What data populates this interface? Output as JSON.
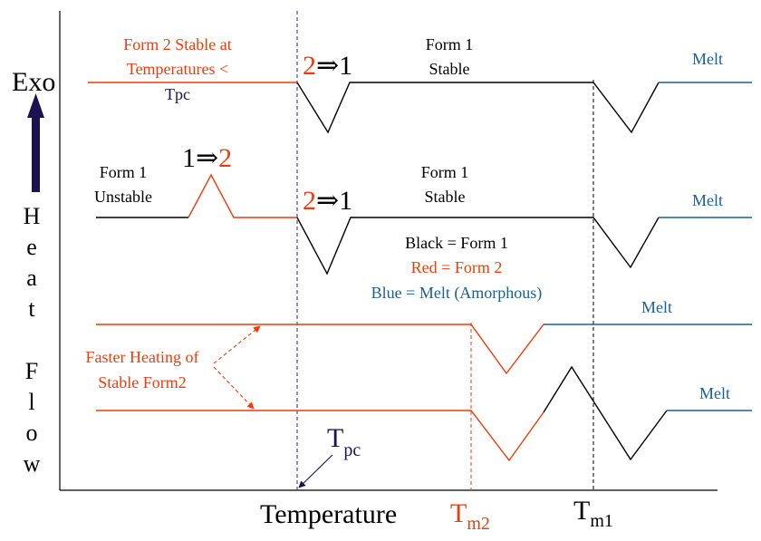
{
  "colors": {
    "black": "#000000",
    "red": "#f03c0a",
    "blue": "#1a5f96",
    "navy": "#1c1250"
  },
  "axes": {
    "y_label_top": "Exo",
    "y_label_letters": [
      "H",
      "e",
      "a",
      "t",
      "F",
      "l",
      "o",
      "w"
    ],
    "x_label": "Temperature",
    "tpc_main": "T",
    "tpc_sub": "pc",
    "tm2_main": "T",
    "tm2_sub": "m2",
    "tm1_main": "T",
    "tm1_sub": "m1"
  },
  "trace1": {
    "note_lines": [
      "Form 2 Stable at",
      "Temperatures <"
    ],
    "note_tpc": "Tpc",
    "transition_from": "2",
    "transition_arrow": "⇒",
    "transition_to": "1",
    "stable_lines": [
      "Form 1",
      "Stable"
    ],
    "melt": "Melt"
  },
  "trace2": {
    "unstable_lines": [
      "Form 1",
      "Unstable"
    ],
    "conv_from": "1",
    "conv_arrow": "⇒",
    "conv_to": "2",
    "transition_from": "2",
    "transition_arrow": "⇒",
    "transition_to": "1",
    "stable_lines": [
      "Form 1",
      "Stable"
    ],
    "melt": "Melt"
  },
  "legend": {
    "black": "Black = Form 1",
    "red": "Red = Form 2",
    "blue": "Blue = Melt (Amorphous)"
  },
  "trace3": {
    "melt": "Melt"
  },
  "trace4": {
    "melt": "Melt"
  },
  "fast_heating_lines": [
    "Faster Heating of",
    "Stable Form2"
  ]
}
